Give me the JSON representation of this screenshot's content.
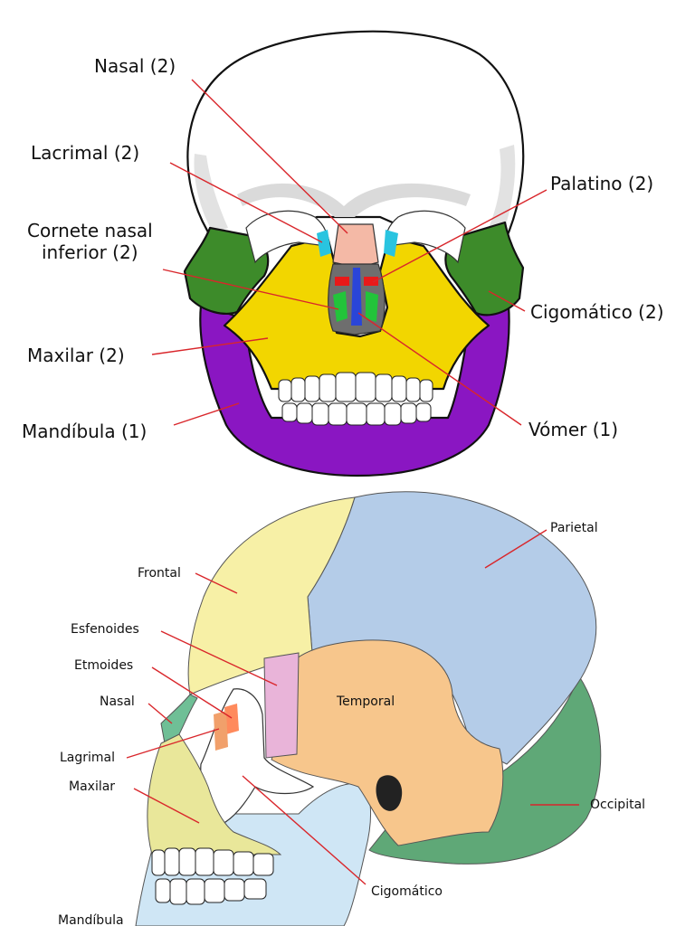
{
  "front_view": {
    "labels": {
      "nasal": "Nasal (2)",
      "lacrimal": "Lacrimal (2)",
      "cornete_line1": "Cornete nasal",
      "cornete_line2": "inferior (2)",
      "maxilar": "Maxilar (2)",
      "mandibula": "Mandíbula (1)",
      "palatino": "Palatino (2)",
      "cigomatico": "Cigomático (2)",
      "vomer": "Vómer (1)"
    },
    "colors": {
      "cranium": "#ffffff",
      "nasal": "#f4b9a6",
      "lacrimal": "#29c4e0",
      "cornete": "#22c43a",
      "maxilar": "#f2d600",
      "mandibula": "#8a16c2",
      "palatino": "#e81919",
      "cigomatico": "#3d8b2a",
      "vomer": "#2a45d8",
      "cavity": "#6e6e6e"
    }
  },
  "side_view": {
    "labels": {
      "parietal": "Parietal",
      "frontal": "Frontal",
      "esfenoides": "Esfenoides",
      "etmoides": "Etmoides",
      "nasal": "Nasal",
      "lagrimal": "Lagrimal",
      "maxilar": "Maxilar",
      "temporal": "Temporal",
      "occipital": "Occipital",
      "cigomatico": "Cigomático",
      "mandibula": "Mandíbula"
    },
    "colors": {
      "parietal": "#b4cce8",
      "frontal": "#f7f0a6",
      "esfenoides": "#e9b4d9",
      "etmoides": "#ff8a5c",
      "nasal": "#6fbf96",
      "lagrimal": "#f1a06b",
      "maxilar": "#e9e79a",
      "temporal": "#f7c68c",
      "occipital": "#5fa877",
      "cigomatico": "#ffffff",
      "mandibula": "#cfe6f5"
    }
  }
}
